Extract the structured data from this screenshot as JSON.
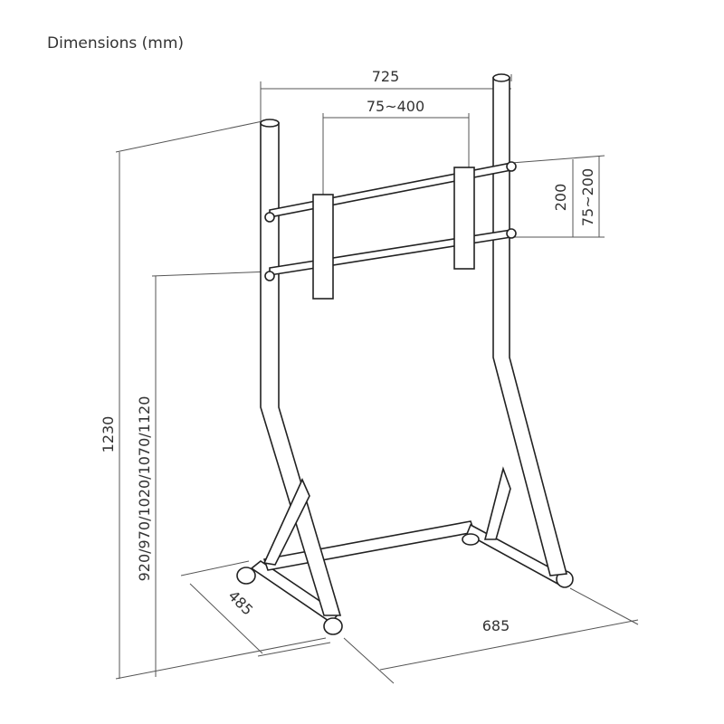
{
  "title": "Dimensions (mm)",
  "dimensions": {
    "overall_width": "725",
    "vesa_horizontal": "75~400",
    "bar_spacing": "200",
    "vesa_vertical": "75~200",
    "overall_height": "1230",
    "mount_heights": "920/970/1020/1070/1120",
    "base_depth": "485",
    "base_width": "685"
  }
}
